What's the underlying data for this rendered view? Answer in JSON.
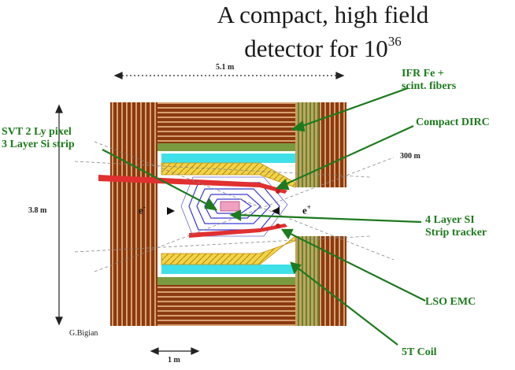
{
  "title": {
    "line1": "A compact, high field",
    "line2": "detector for 10",
    "exponent": "36"
  },
  "labels": {
    "ifr": [
      "IFR Fe +",
      "scint. fibers"
    ],
    "dirc": "Compact DIRC",
    "svt": [
      "SVT  2 Ly pixel",
      "3 Layer Si strip"
    ],
    "silicon": [
      "4 Layer SI",
      "Strip tracker"
    ],
    "emc": "LSO EMC",
    "coil": "5T Coil"
  },
  "dimensions": {
    "length": "5.1 m",
    "height": "3.8 m",
    "angle": "300 m",
    "scale": "1 m",
    "credit": "G.Bigian"
  },
  "beams": {
    "electron": "e",
    "electron_sign": "-",
    "positron": "e",
    "positron_sign": "+"
  },
  "colors": {
    "label": "#1e7a1e",
    "iron": "#8b3a10",
    "emc": "#f2d34a",
    "dirc": "#40e0e8",
    "beamline": "#e03030",
    "tracker": "#3a3acf"
  }
}
